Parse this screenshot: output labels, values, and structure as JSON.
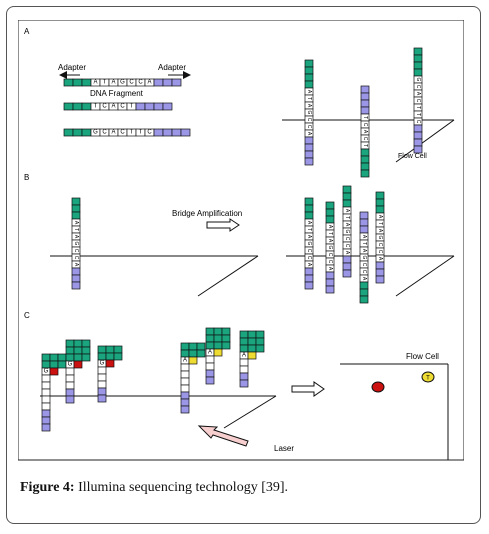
{
  "colors": {
    "green": "#1aa57e",
    "blue": "#9b97e6",
    "red": "#cc1111",
    "yellow": "#eedc33",
    "arrow_fill": "#f7cfcf",
    "line": "#111111"
  },
  "panels": {
    "a": "A",
    "b": "B",
    "c": "C"
  },
  "labels": {
    "adapter_left": "Adapter",
    "adapter_right": "Adapter",
    "dna_fragment": "DNA Fragment",
    "flow_cell_a": "Flow Cell",
    "bridge_amplification": "Bridge Amplification",
    "laser": "Laser",
    "flow_cell_c": "Flow Cell"
  },
  "fragments": {
    "f1": [
      "A",
      "T",
      "A",
      "G",
      "C",
      "C",
      "A"
    ],
    "f2": [
      "T",
      "C",
      "A",
      "C",
      "T"
    ],
    "f3": [
      "G",
      "C",
      "A",
      "C",
      "T",
      "T",
      "C"
    ]
  },
  "strands": {
    "a1": [
      "A",
      "T",
      "A",
      "G",
      "C",
      "C",
      "A"
    ],
    "a2": [
      "T",
      "C",
      "A",
      "C",
      "T"
    ],
    "a3": [
      "G",
      "C",
      "A",
      "C",
      "T",
      "T",
      "C"
    ],
    "b1": [
      "A",
      "T",
      "A",
      "G",
      "C",
      "C",
      "A"
    ]
  },
  "bases_c": {
    "g": "G",
    "a": "A",
    "t": "T"
  },
  "caption": {
    "label": "Figure 4:",
    "text": " Illumina sequencing technology [39]."
  }
}
